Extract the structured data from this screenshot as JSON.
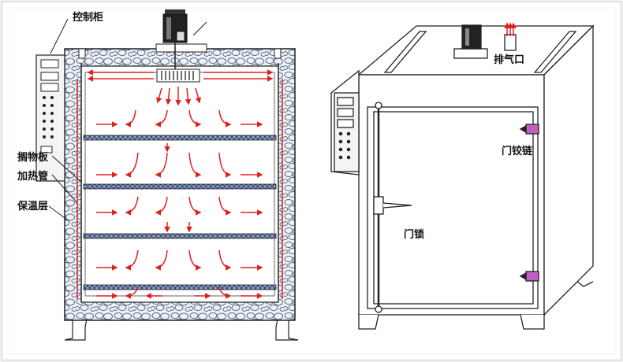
{
  "labels": {
    "control_cabinet": "控制柜",
    "shelf": "搁物板",
    "heating_tube": "加热管",
    "insulation": "保温层",
    "exhaust_port": "排气口",
    "door_hinge": "门铰链",
    "door_lock": "门锁"
  },
  "colors": {
    "airflow": "#e02020",
    "outline": "#222222",
    "insulation_fill": "#dfe6ef",
    "shelf_fill": "#5a6f9a",
    "hinge": "#c060c0",
    "background_frame": "#e8e8e8"
  }
}
